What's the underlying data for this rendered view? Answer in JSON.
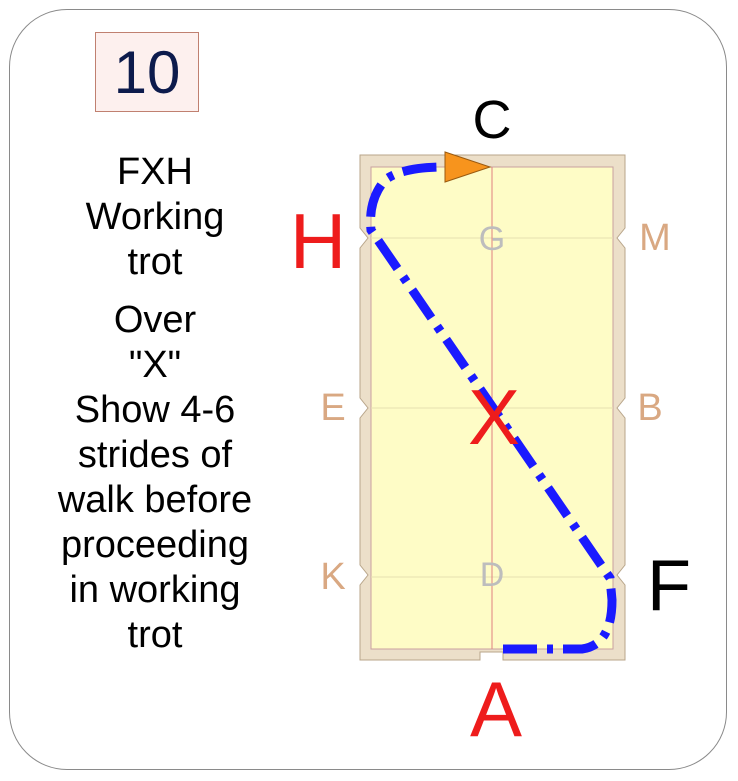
{
  "test_number": "10",
  "movement": {
    "title_lines": [
      "FXH",
      "Working",
      "trot"
    ],
    "detail_lines": [
      "Over",
      "\"X\"",
      "Show 4-6",
      "strides of",
      "walk before",
      "proceeding",
      " in working",
      "trot"
    ]
  },
  "arena": {
    "letters": {
      "C": "C",
      "A": "A",
      "H": "H",
      "F": "F",
      "X": "X",
      "G": "G",
      "D": "D",
      "M": "M",
      "B": "B",
      "E": "E",
      "K": "K"
    },
    "colors": {
      "highlight_letter": "#ee1c1c",
      "active_letter": "#000000",
      "inactive_letter": "#d9a882",
      "centerline_letter": "#bdbdbd",
      "path": "#1a1aff",
      "arrow": "#f7941d",
      "arena_fill": "#fefcc6",
      "arena_border": "#ecdfc9"
    }
  }
}
